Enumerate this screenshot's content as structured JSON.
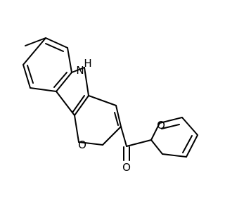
{
  "atoms": {
    "nh": "N",
    "h": "H",
    "furan_o_fused": "O",
    "furan_o_terminal": "O",
    "carbonyl_o": "O"
  },
  "colors": {
    "bond": "#000000",
    "label": "#000000",
    "background": "#ffffff"
  }
}
